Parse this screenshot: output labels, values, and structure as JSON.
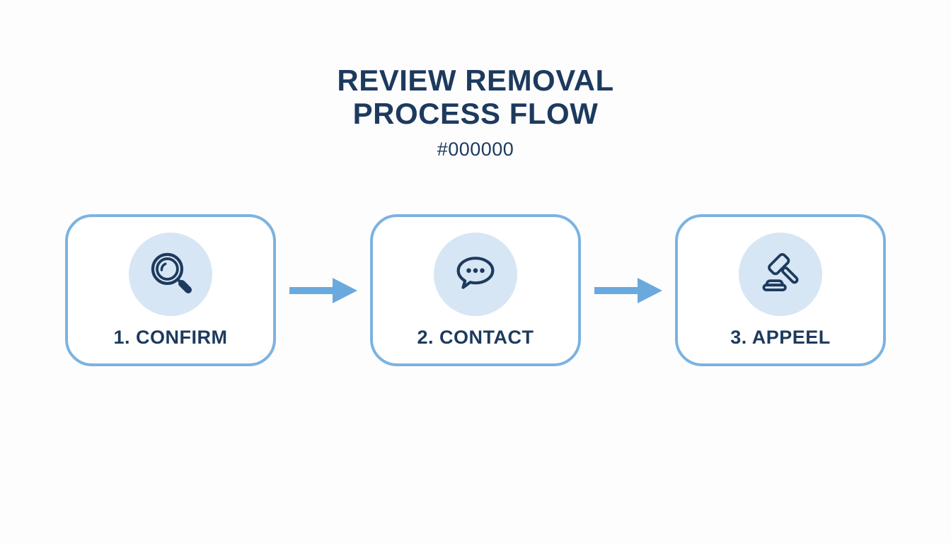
{
  "title": {
    "line1": "REVIEW REMOVAL",
    "line2": "PROCESS FLOW",
    "subtitle": "#000000"
  },
  "steps": [
    {
      "label": "1. CONFIRM",
      "icon": "magnifier-icon"
    },
    {
      "label": "2. CONTACT",
      "icon": "speech-bubble-icon"
    },
    {
      "label": "3. APPEEL",
      "icon": "gavel-icon"
    }
  ],
  "colors": {
    "title": "#1d3a5e",
    "box_border": "#7cb3e0",
    "circle_fill": "#d7e6f4",
    "arrow": "#6aa9de",
    "icon_stroke": "#1d3a5e",
    "background": "#fdfdfe"
  }
}
